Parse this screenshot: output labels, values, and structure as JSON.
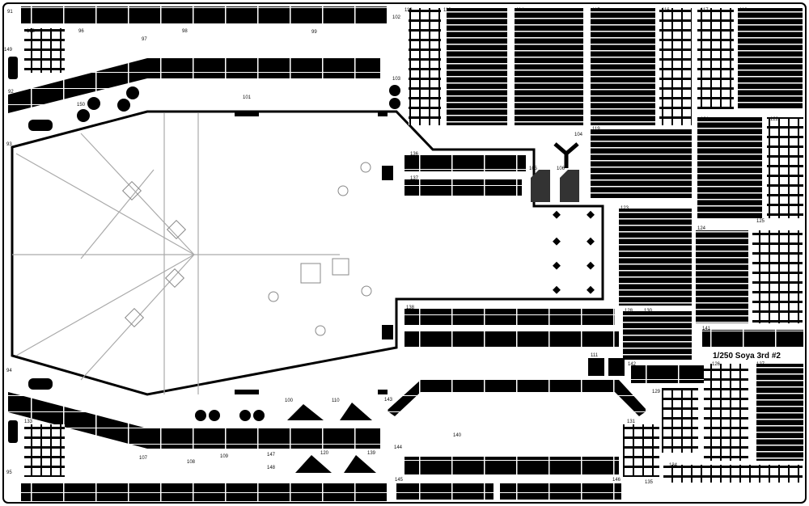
{
  "sheet": {
    "title": "1/250 Soya 3rd #2",
    "colors": {
      "metal": "#000000",
      "background": "#ffffff",
      "deck_lines": "#aaaaaa"
    }
  },
  "labels": [
    "91",
    "102",
    "132",
    "96",
    "97",
    "98",
    "99",
    "149",
    "92",
    "150",
    "101",
    "103",
    "93",
    "94",
    "95",
    "133",
    "107",
    "108",
    "109",
    "147",
    "148",
    "120",
    "139",
    "110",
    "100",
    "143",
    "144",
    "145",
    "146",
    "140",
    "131",
    "134",
    "135",
    "136",
    "137",
    "138",
    "130",
    "126",
    "127",
    "128",
    "129",
    "141",
    "142",
    "111",
    "112",
    "113",
    "114",
    "115",
    "116",
    "117",
    "118",
    "119",
    "121",
    "122",
    "123",
    "124",
    "125",
    "104",
    "105",
    "106"
  ]
}
